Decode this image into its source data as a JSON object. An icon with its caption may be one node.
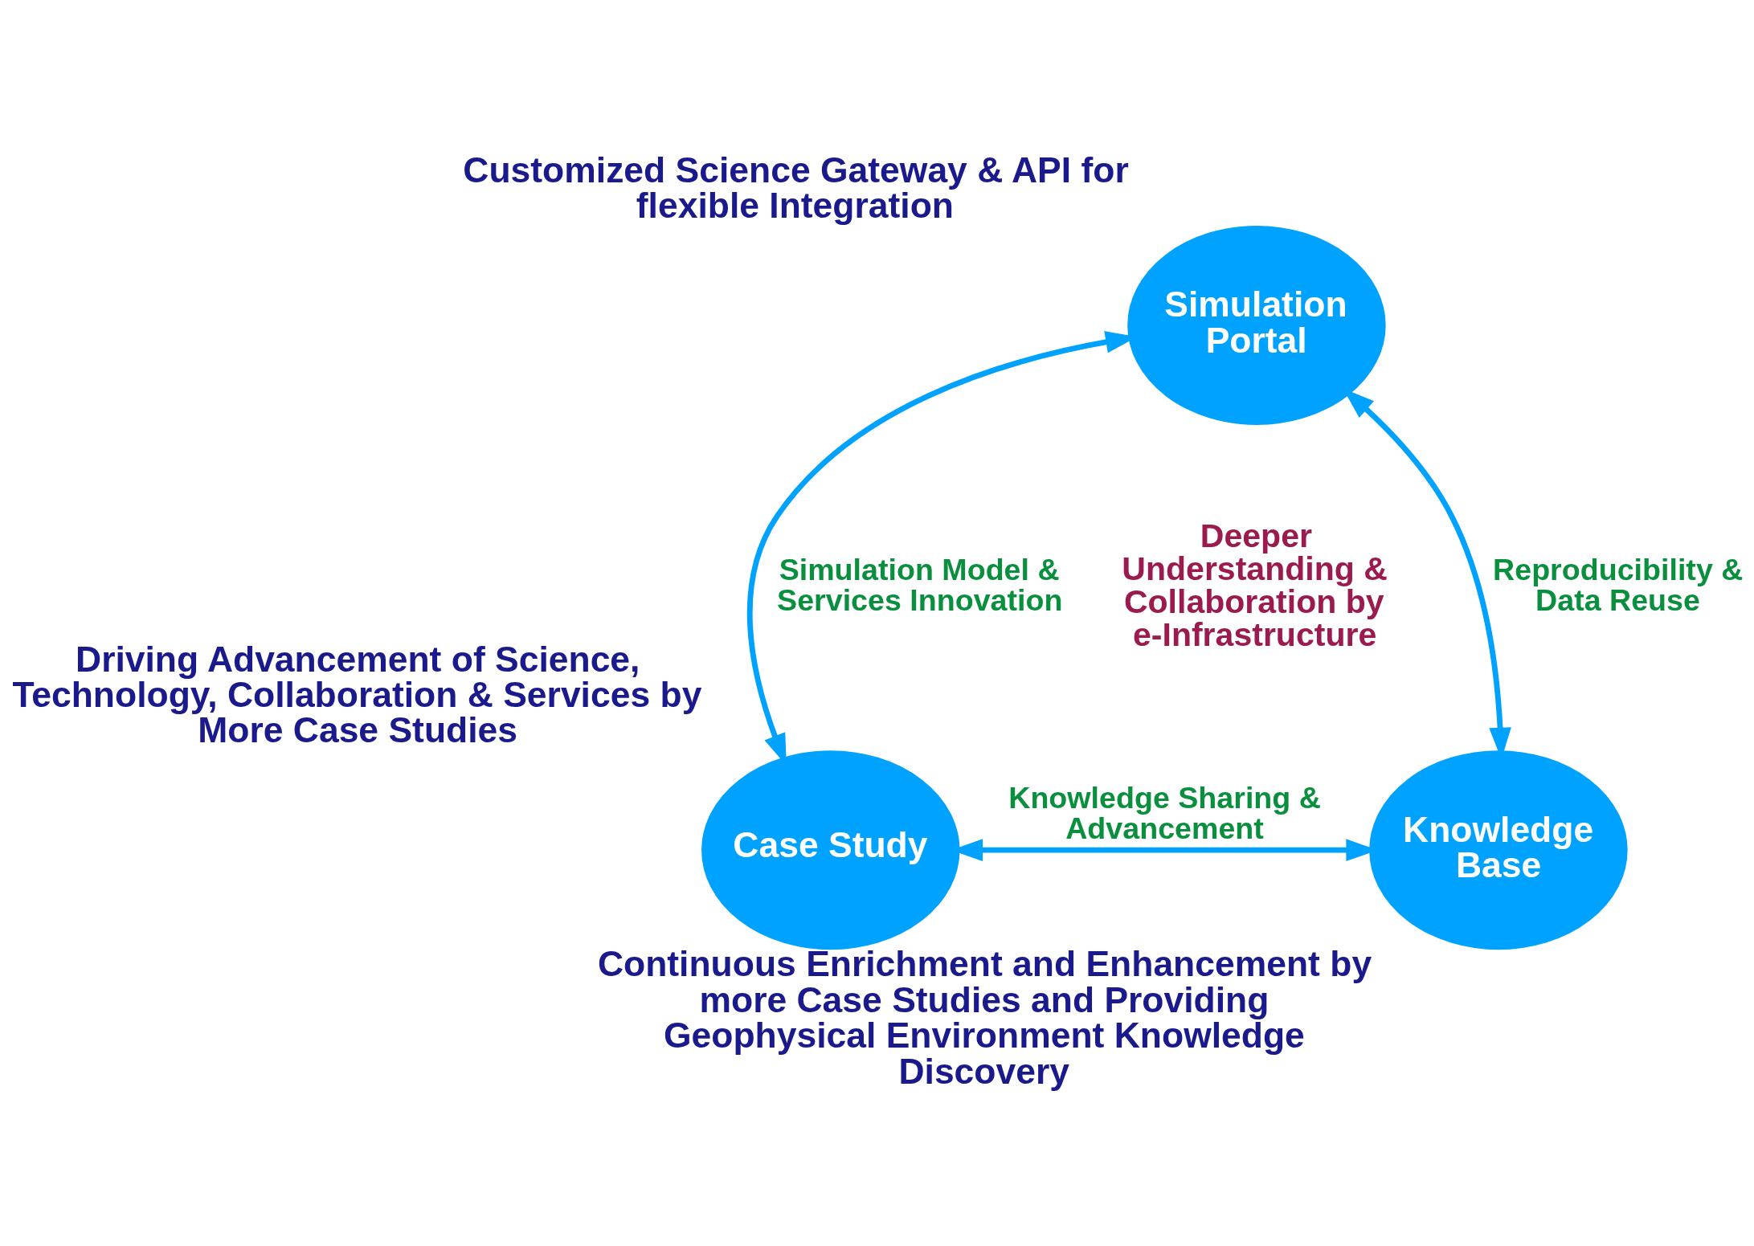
{
  "diagram": {
    "nodes": [
      {
        "text": [
          "Simulation Portal"
        ],
        "beside": [
          "Customized Science Gateway & API for flexible Integration"
        ]
      },
      {
        "text": [
          "Case Study"
        ],
        "beside": [
          "Driving Advancement of Science, Technology, Collaboration & Services by More Case Studies"
        ]
      },
      {
        "text": [
          "Knowledge Base"
        ],
        "beside": [
          "Continuous Enrichment and Enhancement by more Case Studies and Providing Geophysical Environment Knowledge Discovery"
        ]
      }
    ],
    "edges": [
      {
        "from": 0,
        "to": 1,
        "arrow": "both",
        "label": "Simulation Model & Services Innovation"
      },
      {
        "from": 0,
        "to": 2,
        "arrow": "both",
        "label": "Reproducibility & Data Reuse"
      },
      {
        "from": 1,
        "to": 2,
        "arrow": "both",
        "label": "Knowledge Sharing & Advancement"
      }
    ],
    "labels": [
      "Deeper Understanding & Collaboration by e-Infrastructure"
    ]
  }
}
